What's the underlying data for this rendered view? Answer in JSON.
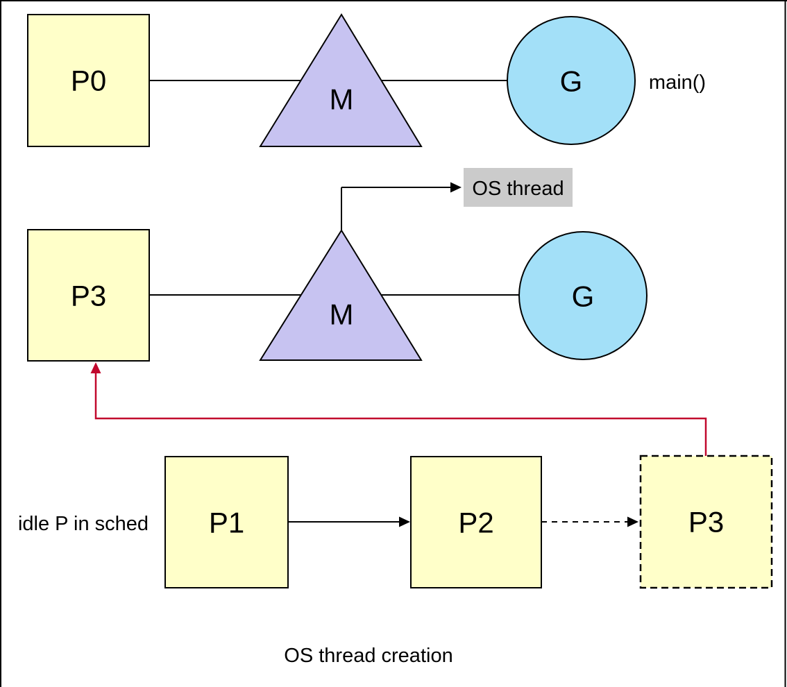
{
  "colors": {
    "processor_fill": "#ffffc9",
    "machine_fill": "#c7c3f1",
    "goroutine_fill": "#a3e0f8",
    "os_thread_bg": "#cbcbcb",
    "highlight_red": "#c1082d",
    "stroke": "#000000"
  },
  "row_main": {
    "p": "P0",
    "m": "M",
    "g": "G",
    "note": "main()"
  },
  "row_spawn": {
    "p": "P3",
    "m": "M",
    "g": "G",
    "os_thread": "OS thread"
  },
  "row_idle": {
    "label": "idle P in sched",
    "p1": "P1",
    "p2": "P2",
    "p3": "P3"
  },
  "caption": "OS thread creation"
}
